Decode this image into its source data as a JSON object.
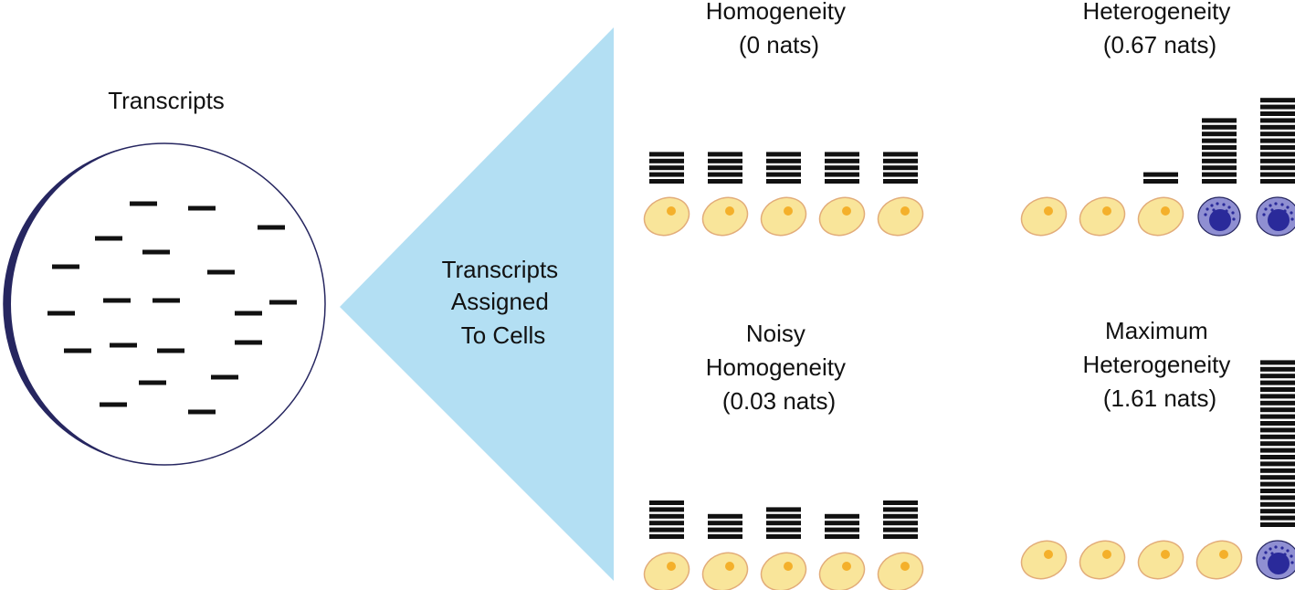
{
  "left_panel": {
    "title": "Transcripts",
    "transcript_count": 21
  },
  "funnel": {
    "label_lines": [
      "Transcripts",
      "Assigned",
      "To Cells"
    ],
    "color": "#b3dff3"
  },
  "colors": {
    "cell_fill": "#f9e59a",
    "cell_outline": "#e2ac79",
    "nucleus": "#f4b02b",
    "blue_cell_fill": "#8f8fd2",
    "blue_cell_nucleus": "#2a2a9a",
    "circle_outline": "#262660",
    "transcript_bar": "#111111"
  },
  "panels": [
    {
      "id": "homogeneity",
      "title_lines": [
        "Homogeneity",
        "(0 nats)"
      ],
      "cells": [
        {
          "type": "yellow",
          "transcripts": 5
        },
        {
          "type": "yellow",
          "transcripts": 5
        },
        {
          "type": "yellow",
          "transcripts": 5
        },
        {
          "type": "yellow",
          "transcripts": 5
        },
        {
          "type": "yellow",
          "transcripts": 5
        }
      ]
    },
    {
      "id": "heterogeneity",
      "title_lines": [
        "Heterogeneity",
        "(0.67 nats)"
      ],
      "cells": [
        {
          "type": "yellow",
          "transcripts": 0
        },
        {
          "type": "yellow",
          "transcripts": 0
        },
        {
          "type": "yellow",
          "transcripts": 2
        },
        {
          "type": "blue",
          "transcripts": 10
        },
        {
          "type": "blue",
          "transcripts": 13
        }
      ]
    },
    {
      "id": "noisy-homogeneity",
      "title_lines": [
        "Noisy",
        "Homogeneity",
        "(0.03 nats)"
      ],
      "cells": [
        {
          "type": "yellow",
          "transcripts": 6
        },
        {
          "type": "yellow",
          "transcripts": 4
        },
        {
          "type": "yellow",
          "transcripts": 5
        },
        {
          "type": "yellow",
          "transcripts": 4
        },
        {
          "type": "yellow",
          "transcripts": 6
        }
      ]
    },
    {
      "id": "maximum-heterogeneity",
      "title_lines": [
        "Maximum",
        "Heterogeneity",
        "(1.61 nats)"
      ],
      "cells": [
        {
          "type": "yellow",
          "transcripts": 0
        },
        {
          "type": "yellow",
          "transcripts": 0
        },
        {
          "type": "yellow",
          "transcripts": 0
        },
        {
          "type": "yellow",
          "transcripts": 0
        },
        {
          "type": "blue",
          "transcripts": 25
        }
      ]
    }
  ]
}
